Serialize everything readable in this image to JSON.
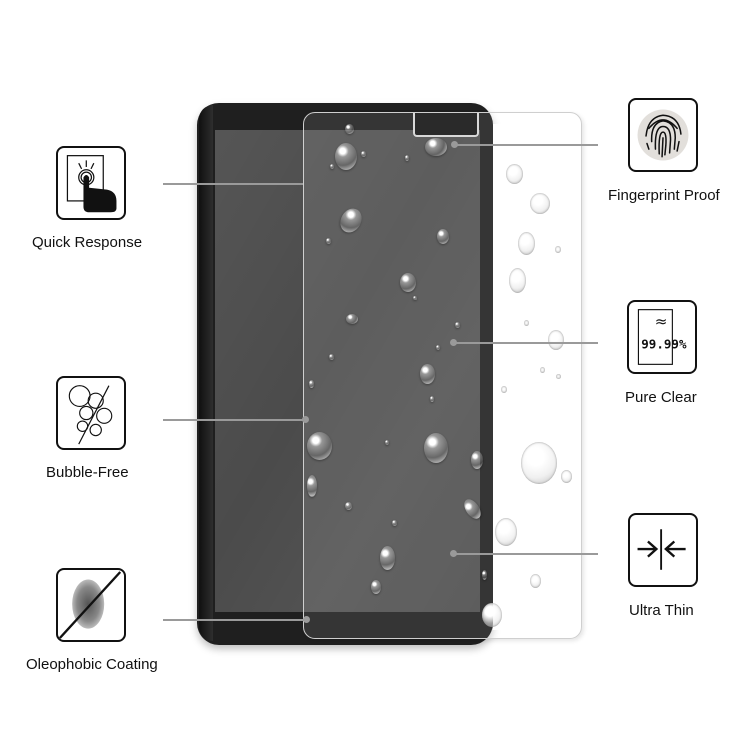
{
  "features": {
    "left": [
      {
        "id": "quick-response",
        "label": "Quick Response",
        "icon": "touch-finger-icon"
      },
      {
        "id": "bubble-free",
        "label": "Bubble-Free",
        "icon": "bubbles-slash-icon"
      },
      {
        "id": "oleophobic-coating",
        "label": "Oleophobic Coating",
        "icon": "fingerprint-slash-icon"
      }
    ],
    "right": [
      {
        "id": "fingerprint-proof",
        "label": "Fingerprint Proof",
        "icon": "fingerprint-icon"
      },
      {
        "id": "pure-clear",
        "label": "Pure Clear",
        "icon": "transparency-icon",
        "icon_text": "99.99%",
        "icon_symbol": "≈"
      },
      {
        "id": "ultra-thin",
        "label": "Ultra Thin",
        "icon": "arrows-inward-icon"
      }
    ]
  },
  "colors": {
    "tablet_body": "#1f1f1f",
    "screen": "#4b4b4b",
    "callout_line": "#9a9a9a",
    "icon_stroke": "#111111",
    "background": "#ffffff"
  }
}
